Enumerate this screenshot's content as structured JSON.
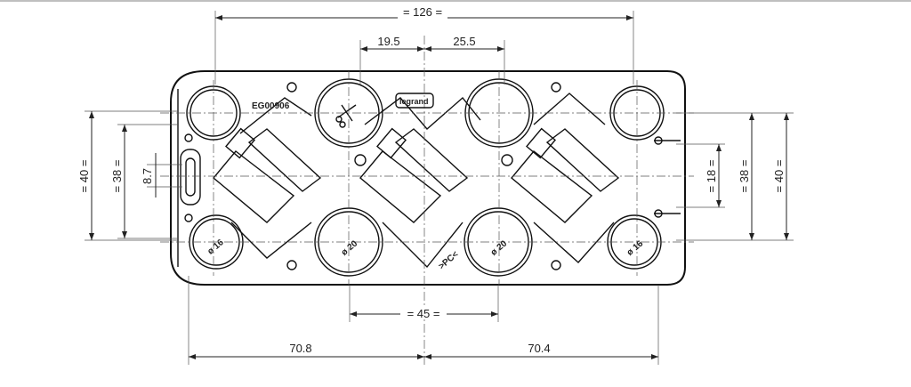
{
  "dimensions": {
    "overall_width": "= 126 =",
    "left_offset": "19.5",
    "right_offset": "25.5",
    "left_height_outer": "= 40 =",
    "left_height_inner": "= 38 =",
    "slot_height": "8.7",
    "right_slot": "= 18 =",
    "right_height_inner": "= 38 =",
    "right_height_outer": "= 40 =",
    "center_spacing": "= 45 =",
    "left_half": "70.8",
    "right_half": "70.4"
  },
  "labels": {
    "part_code": "EG00906",
    "brand": "legrand",
    "hole_small_left": "ø 16",
    "hole_large_left": "ø 20",
    "hole_large_right": "ø 20",
    "hole_small_right": "ø 16",
    "material": ">PC<"
  }
}
